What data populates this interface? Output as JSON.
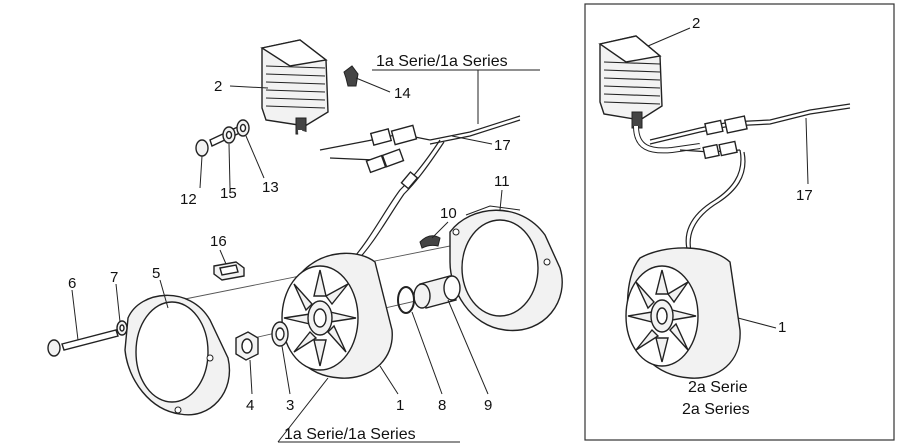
{
  "left_panel": {
    "series_top": "1a Serie/1a Series",
    "series_bottom": "1a Serie/1a Series",
    "callouts": [
      {
        "id": "c2",
        "text": "2"
      },
      {
        "id": "c14",
        "text": "14"
      },
      {
        "id": "c17",
        "text": "17"
      },
      {
        "id": "c12",
        "text": "12"
      },
      {
        "id": "c15",
        "text": "15"
      },
      {
        "id": "c13",
        "text": "13"
      },
      {
        "id": "c10",
        "text": "10"
      },
      {
        "id": "c11",
        "text": "11"
      },
      {
        "id": "c16",
        "text": "16"
      },
      {
        "id": "c6",
        "text": "6"
      },
      {
        "id": "c7",
        "text": "7"
      },
      {
        "id": "c5",
        "text": "5"
      },
      {
        "id": "c4",
        "text": "4"
      },
      {
        "id": "c3",
        "text": "3"
      },
      {
        "id": "c1",
        "text": "1"
      },
      {
        "id": "c8",
        "text": "8"
      },
      {
        "id": "c9",
        "text": "9"
      }
    ]
  },
  "right_panel": {
    "series_line1": "2a Serie",
    "series_line2": "2a Series",
    "callouts": [
      {
        "id": "r2",
        "text": "2"
      },
      {
        "id": "r17",
        "text": "17"
      },
      {
        "id": "r1",
        "text": "1"
      }
    ]
  }
}
